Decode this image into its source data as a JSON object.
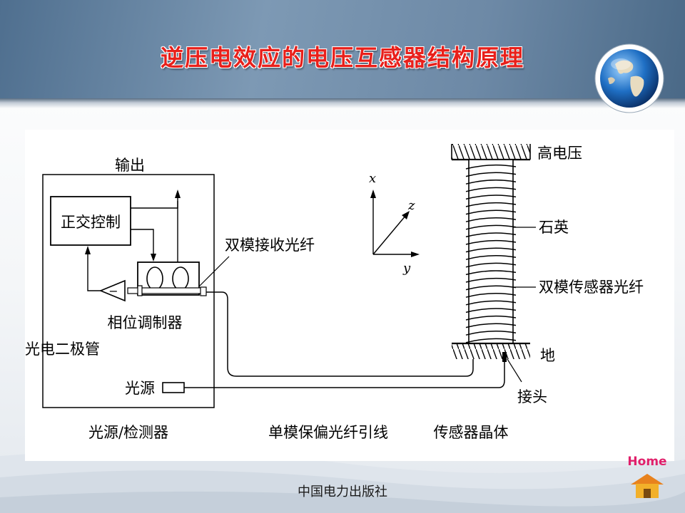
{
  "slide": {
    "title": "逆压电效应的电压互感器结构原理",
    "footer": "中国电力出版社",
    "home_label": "Home"
  },
  "diagram": {
    "labels": {
      "output": "输出",
      "orthogonal_control": "正交控制",
      "dual_mode_receive_fiber": "双模接收光纤",
      "phase_modulator": "相位调制器",
      "photodiode": "光电二极管",
      "light_source": "光源",
      "source_detector": "光源/检测器",
      "single_mode_pm_lead": "单模保偏光纤引线",
      "sensor_crystal": "传感器晶体",
      "high_voltage": "高电压",
      "quartz": "石英",
      "dual_mode_sensor_fiber": "双模传感器光纤",
      "ground": "地",
      "connector": "接头",
      "axis_x": "x",
      "axis_y": "y",
      "axis_z": "z",
      "amp_sign": "−"
    }
  },
  "colors": {
    "title": "#e8201b",
    "header": "#6d89a6",
    "home_text": "#e0206b",
    "home_roof": "#e8821e",
    "home_body": "#f2b02a"
  },
  "icons": {
    "globe": "globe-icon",
    "home": "home-icon"
  }
}
